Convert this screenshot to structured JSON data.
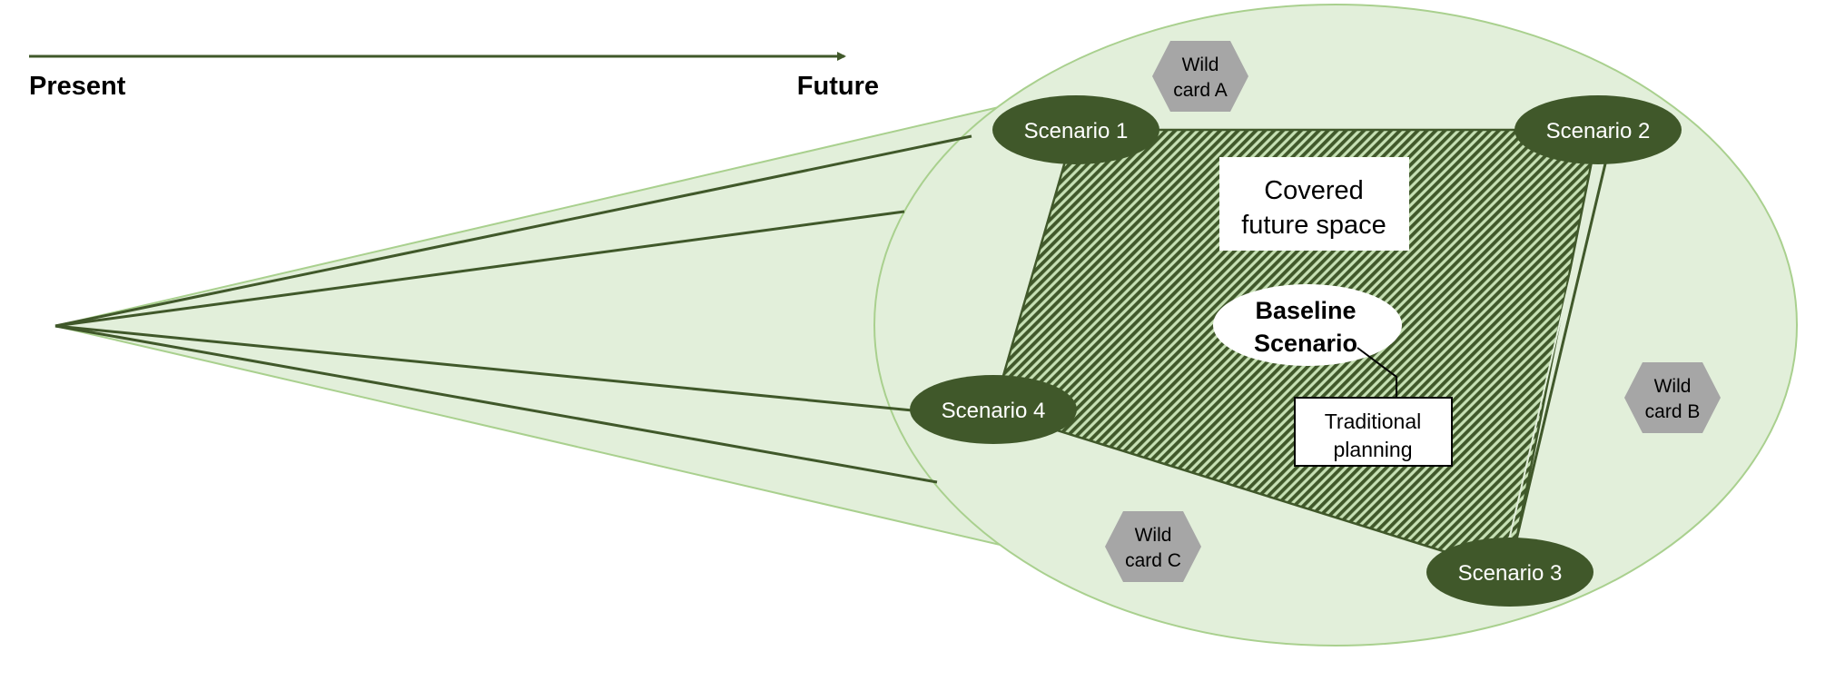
{
  "timeline": {
    "start_label": "Present",
    "end_label": "Future"
  },
  "covered_space": {
    "line1": "Covered",
    "line2": "future space"
  },
  "baseline": {
    "line1": "Baseline",
    "line2": "Scenario"
  },
  "traditional": {
    "line1": "Traditional",
    "line2": "planning"
  },
  "scenarios": [
    {
      "label": "Scenario 1"
    },
    {
      "label": "Scenario 2"
    },
    {
      "label": "Scenario 3"
    },
    {
      "label": "Scenario 4"
    }
  ],
  "wild_cards": [
    {
      "line1": "Wild",
      "line2": "card A"
    },
    {
      "line1": "Wild",
      "line2": "card B"
    },
    {
      "line1": "Wild",
      "line2": "card C"
    }
  ],
  "colors": {
    "dark_green": "#40582a",
    "light_green_fill": "#e2efda",
    "light_green_stroke": "#a9d08e",
    "hatch_light": "#c6e0b4",
    "wild_card_gray": "#a6a6a6"
  }
}
